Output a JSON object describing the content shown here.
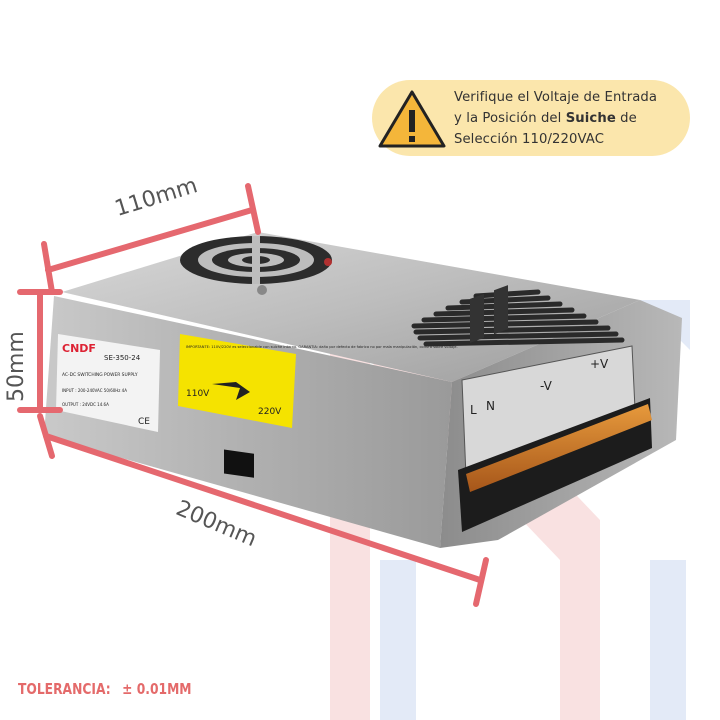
{
  "warning": {
    "line1": "Verifique el Voltaje de Entrada",
    "line2_a": "y la Posición del ",
    "line2_b": "Suiche",
    "line2_c": " de",
    "line3": "Selección 110/220VAC",
    "icon": "warning-triangle-icon",
    "color": "#fbe6ac"
  },
  "dimensions": {
    "width": "110mm",
    "height": "50mm",
    "length": "200mm",
    "color": "#e5686f"
  },
  "tolerance": {
    "label": "TOLERANCIA:",
    "value": "± 0.01MM"
  },
  "product": {
    "brand": "CNDF",
    "model": "SE-350-24",
    "type": "AC-DC SWITCHING POWER SUPPLY",
    "input": "INPUT : 200-240VAC 50/60Hz  4A",
    "output": "OUTPUT : 24VDC  14.6A",
    "ce": "CE",
    "switch_110": "110V",
    "switch_220": "220V",
    "terminal_L": "L",
    "terminal_N": "N",
    "terminal_neg": "-V",
    "terminal_pos": "+V",
    "important_note": "IMPORTANTE: 110V/220V es seleccionable con suiche interno. GARANTIA: daño por defecto de fabrica no por mala manipulación, corto o sobre voltaje."
  }
}
